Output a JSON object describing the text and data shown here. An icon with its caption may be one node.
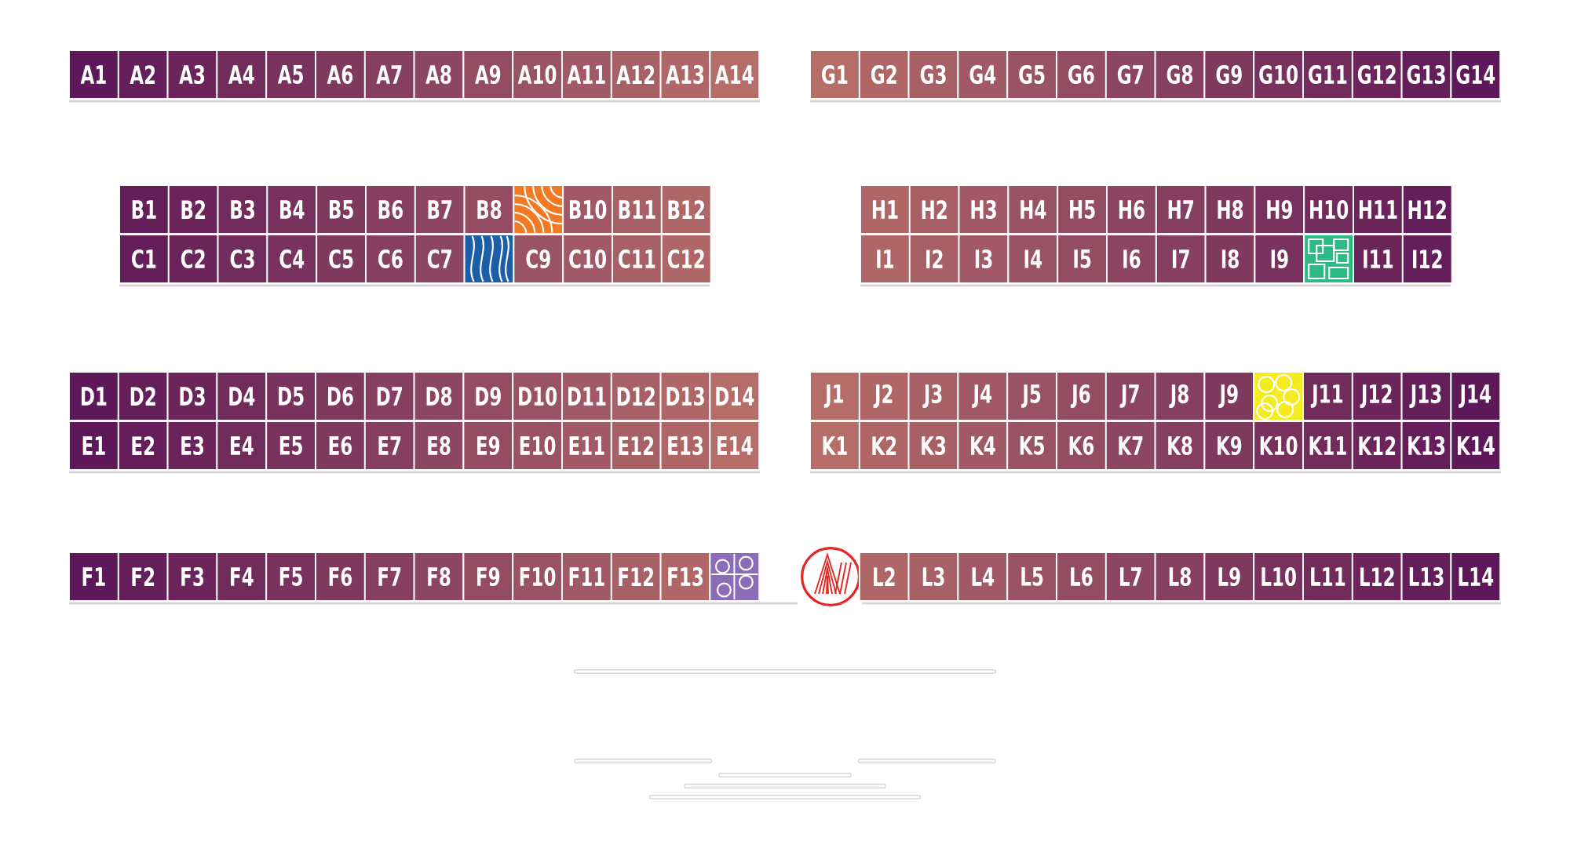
{
  "diagram": {
    "nodes": [
      {
        "text": [
          "A1"
        ]
      },
      {
        "text": [
          "A2"
        ]
      },
      {
        "text": [
          "A3"
        ]
      },
      {
        "text": [
          "A4"
        ]
      },
      {
        "text": [
          "A5"
        ]
      },
      {
        "text": [
          "A6"
        ]
      },
      {
        "text": [
          "A7"
        ]
      },
      {
        "text": [
          "A8"
        ]
      },
      {
        "text": [
          "A9"
        ]
      },
      {
        "text": [
          "A10"
        ]
      },
      {
        "text": [
          "A11"
        ]
      },
      {
        "text": [
          "A12"
        ]
      },
      {
        "text": [
          "A13"
        ]
      },
      {
        "text": [
          "A14"
        ]
      },
      {
        "text": [
          "G1"
        ]
      },
      {
        "text": [
          "G2"
        ]
      },
      {
        "text": [
          "G3"
        ]
      },
      {
        "text": [
          "G4"
        ]
      },
      {
        "text": [
          "G5"
        ]
      },
      {
        "text": [
          "G6"
        ]
      },
      {
        "text": [
          "G7"
        ]
      },
      {
        "text": [
          "G8"
        ]
      },
      {
        "text": [
          "G9"
        ]
      },
      {
        "text": [
          "G10"
        ]
      },
      {
        "text": [
          "G11"
        ]
      },
      {
        "text": [
          "G12"
        ]
      },
      {
        "text": [
          "G13"
        ]
      },
      {
        "text": [
          "G14"
        ]
      },
      {
        "text": [
          "B1"
        ]
      },
      {
        "text": [
          "B2"
        ]
      },
      {
        "text": [
          "B3"
        ]
      },
      {
        "text": [
          "B4"
        ]
      },
      {
        "text": [
          "B5"
        ]
      },
      {
        "text": [
          "B6"
        ]
      },
      {
        "text": [
          "B7"
        ]
      },
      {
        "text": [
          "B8"
        ]
      },
      {
        "text": [],
        "shape": "box"
      },
      {
        "text": [
          "B10"
        ]
      },
      {
        "text": [
          "B11"
        ]
      },
      {
        "text": [
          "B12"
        ]
      },
      {
        "text": [
          "H1"
        ]
      },
      {
        "text": [
          "H2"
        ]
      },
      {
        "text": [
          "H3"
        ]
      },
      {
        "text": [
          "H4"
        ]
      },
      {
        "text": [
          "H5"
        ]
      },
      {
        "text": [
          "H6"
        ]
      },
      {
        "text": [
          "H7"
        ]
      },
      {
        "text": [
          "H8"
        ]
      },
      {
        "text": [
          "H9"
        ]
      },
      {
        "text": [
          "H10"
        ]
      },
      {
        "text": [
          "H11"
        ]
      },
      {
        "text": [
          "H12"
        ]
      },
      {
        "text": [
          "C1"
        ]
      },
      {
        "text": [
          "C2"
        ]
      },
      {
        "text": [
          "C3"
        ]
      },
      {
        "text": [
          "C4"
        ]
      },
      {
        "text": [
          "C5"
        ]
      },
      {
        "text": [
          "C6"
        ]
      },
      {
        "text": [
          "C7"
        ]
      },
      {
        "text": [],
        "shape": "box"
      },
      {
        "text": [
          "C9"
        ]
      },
      {
        "text": [
          "C10"
        ]
      },
      {
        "text": [
          "C11"
        ]
      },
      {
        "text": [
          "C12"
        ]
      },
      {
        "text": [
          "I1"
        ]
      },
      {
        "text": [
          "I2"
        ]
      },
      {
        "text": [
          "I3"
        ]
      },
      {
        "text": [
          "I4"
        ]
      },
      {
        "text": [
          "I5"
        ]
      },
      {
        "text": [
          "I6"
        ]
      },
      {
        "text": [
          "I7"
        ]
      },
      {
        "text": [
          "I8"
        ]
      },
      {
        "text": [
          "I9"
        ]
      },
      {
        "text": [],
        "shape": "box"
      },
      {
        "text": [
          "I11"
        ]
      },
      {
        "text": [
          "I12"
        ]
      },
      {
        "text": [
          "D1"
        ]
      },
      {
        "text": [
          "D2"
        ]
      },
      {
        "text": [
          "D3"
        ]
      },
      {
        "text": [
          "D4"
        ]
      },
      {
        "text": [
          "D5"
        ]
      },
      {
        "text": [
          "D6"
        ]
      },
      {
        "text": [
          "D7"
        ]
      },
      {
        "text": [
          "D8"
        ]
      },
      {
        "text": [
          "D9"
        ]
      },
      {
        "text": [
          "D10"
        ]
      },
      {
        "text": [
          "D11"
        ]
      },
      {
        "text": [
          "D12"
        ]
      },
      {
        "text": [
          "D13"
        ]
      },
      {
        "text": [
          "D14"
        ]
      },
      {
        "text": [
          "J1"
        ]
      },
      {
        "text": [
          "J2"
        ]
      },
      {
        "text": [
          "J3"
        ]
      },
      {
        "text": [
          "J4"
        ]
      },
      {
        "text": [
          "J5"
        ]
      },
      {
        "text": [
          "J6"
        ]
      },
      {
        "text": [
          "J7"
        ]
      },
      {
        "text": [
          "J8"
        ]
      },
      {
        "text": [
          "J9"
        ]
      },
      {
        "text": [],
        "shape": "box"
      },
      {
        "text": [
          "J11"
        ]
      },
      {
        "text": [
          "J12"
        ]
      },
      {
        "text": [
          "J13"
        ]
      },
      {
        "text": [
          "J14"
        ]
      },
      {
        "text": [
          "E1"
        ]
      },
      {
        "text": [
          "E2"
        ]
      },
      {
        "text": [
          "E3"
        ]
      },
      {
        "text": [
          "E4"
        ]
      },
      {
        "text": [
          "E5"
        ]
      },
      {
        "text": [
          "E6"
        ]
      },
      {
        "text": [
          "E7"
        ]
      },
      {
        "text": [
          "E8"
        ]
      },
      {
        "text": [
          "E9"
        ]
      },
      {
        "text": [
          "E10"
        ]
      },
      {
        "text": [
          "E11"
        ]
      },
      {
        "text": [
          "E12"
        ]
      },
      {
        "text": [
          "E13"
        ]
      },
      {
        "text": [
          "E14"
        ]
      },
      {
        "text": [
          "K1"
        ]
      },
      {
        "text": [
          "K2"
        ]
      },
      {
        "text": [
          "K3"
        ]
      },
      {
        "text": [
          "K4"
        ]
      },
      {
        "text": [
          "K5"
        ]
      },
      {
        "text": [
          "K6"
        ]
      },
      {
        "text": [
          "K7"
        ]
      },
      {
        "text": [
          "K8"
        ]
      },
      {
        "text": [
          "K9"
        ]
      },
      {
        "text": [
          "K10"
        ]
      },
      {
        "text": [
          "K11"
        ]
      },
      {
        "text": [
          "K12"
        ]
      },
      {
        "text": [
          "K13"
        ]
      },
      {
        "text": [
          "K14"
        ]
      },
      {
        "text": [
          "F1"
        ]
      },
      {
        "text": [
          "F2"
        ]
      },
      {
        "text": [
          "F3"
        ]
      },
      {
        "text": [
          "F4"
        ]
      },
      {
        "text": [
          "F5"
        ]
      },
      {
        "text": [
          "F6"
        ]
      },
      {
        "text": [
          "F7"
        ]
      },
      {
        "text": [
          "F8"
        ]
      },
      {
        "text": [
          "F9"
        ]
      },
      {
        "text": [
          "F10"
        ]
      },
      {
        "text": [
          "F11"
        ]
      },
      {
        "text": [
          "F12"
        ]
      },
      {
        "text": [
          "F13"
        ]
      },
      {
        "text": [],
        "shape": "box"
      },
      {
        "text": [],
        "shape": "circle"
      },
      {
        "text": [
          "L2"
        ]
      },
      {
        "text": [
          "L3"
        ]
      },
      {
        "text": [
          "L4"
        ]
      },
      {
        "text": [
          "L5"
        ]
      },
      {
        "text": [
          "L6"
        ]
      },
      {
        "text": [
          "L7"
        ]
      },
      {
        "text": [
          "L8"
        ]
      },
      {
        "text": [
          "L9"
        ]
      },
      {
        "text": [
          "L10"
        ]
      },
      {
        "text": [
          "L11"
        ]
      },
      {
        "text": [
          "L12"
        ]
      },
      {
        "text": [
          "L13"
        ]
      },
      {
        "text": [
          "L14"
        ]
      }
    ]
  }
}
